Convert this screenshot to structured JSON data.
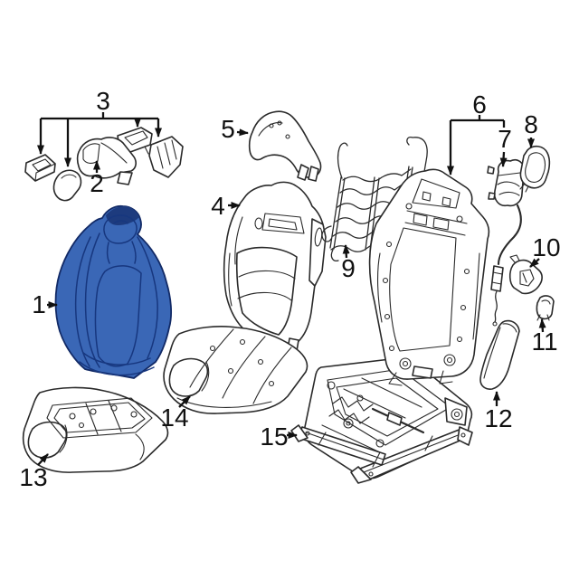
{
  "diagram": {
    "kind": "exploded-parts-diagram",
    "subject": "vehicle-front-seat",
    "background_color": "#ffffff",
    "line_color": "#2a2a2a",
    "callout_color": "#111111",
    "highlight_fill": "#3a67b6",
    "highlight_line": "#17377f",
    "highlighted_part": "1",
    "labels": [
      {
        "text": "1",
        "part": "seat-back-cover-highlighted"
      },
      {
        "text": "2",
        "part": "headrest-guide"
      },
      {
        "text": "3",
        "part": "guide-sleeve-set"
      },
      {
        "text": "4",
        "part": "seat-back-foam-pad"
      },
      {
        "text": "5",
        "part": "upper-back-bolster-pad"
      },
      {
        "text": "6",
        "part": "seat-back-frame"
      },
      {
        "text": "7",
        "part": "lumbar-actuator"
      },
      {
        "text": "8",
        "part": "trim-bezel"
      },
      {
        "text": "9",
        "part": "lumbar-suspension-mat"
      },
      {
        "text": "10",
        "part": "side-bracket"
      },
      {
        "text": "11",
        "part": "bracket-cap"
      },
      {
        "text": "12",
        "part": "side-trim-shield"
      },
      {
        "text": "13",
        "part": "seat-cushion-foam"
      },
      {
        "text": "14",
        "part": "seat-cushion-pad"
      },
      {
        "text": "15",
        "part": "seat-track-assembly"
      }
    ]
  }
}
